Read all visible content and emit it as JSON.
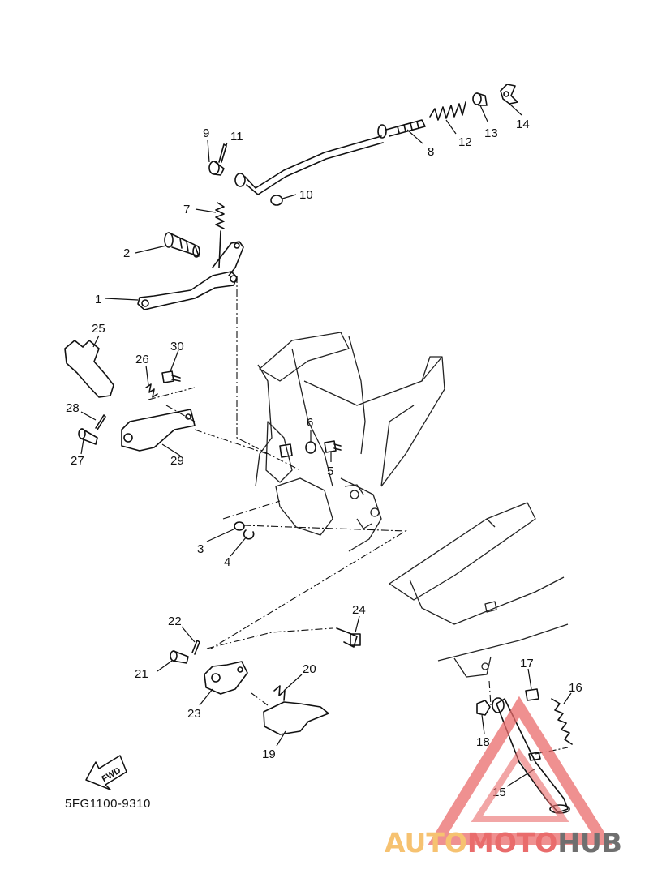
{
  "diagram_code": "5FG1100-9310",
  "fwd_label": "FWD",
  "callouts": [
    "1",
    "2",
    "3",
    "4",
    "5",
    "6",
    "7",
    "8",
    "9",
    "10",
    "11",
    "12",
    "13",
    "14",
    "15",
    "16",
    "17",
    "18",
    "19",
    "20",
    "21",
    "22",
    "23",
    "24",
    "25",
    "26",
    "27",
    "28",
    "29",
    "30"
  ],
  "watermark": {
    "part1": "AUTO",
    "part2": "MOTO",
    "part3": "HUB",
    "colors": {
      "auto": "#f6c271",
      "moto": "#e96c6c",
      "hub": "#6f6f6f",
      "triangle": "#ea6b6b"
    }
  },
  "colors": {
    "line": "#111111",
    "background": "#ffffff"
  }
}
